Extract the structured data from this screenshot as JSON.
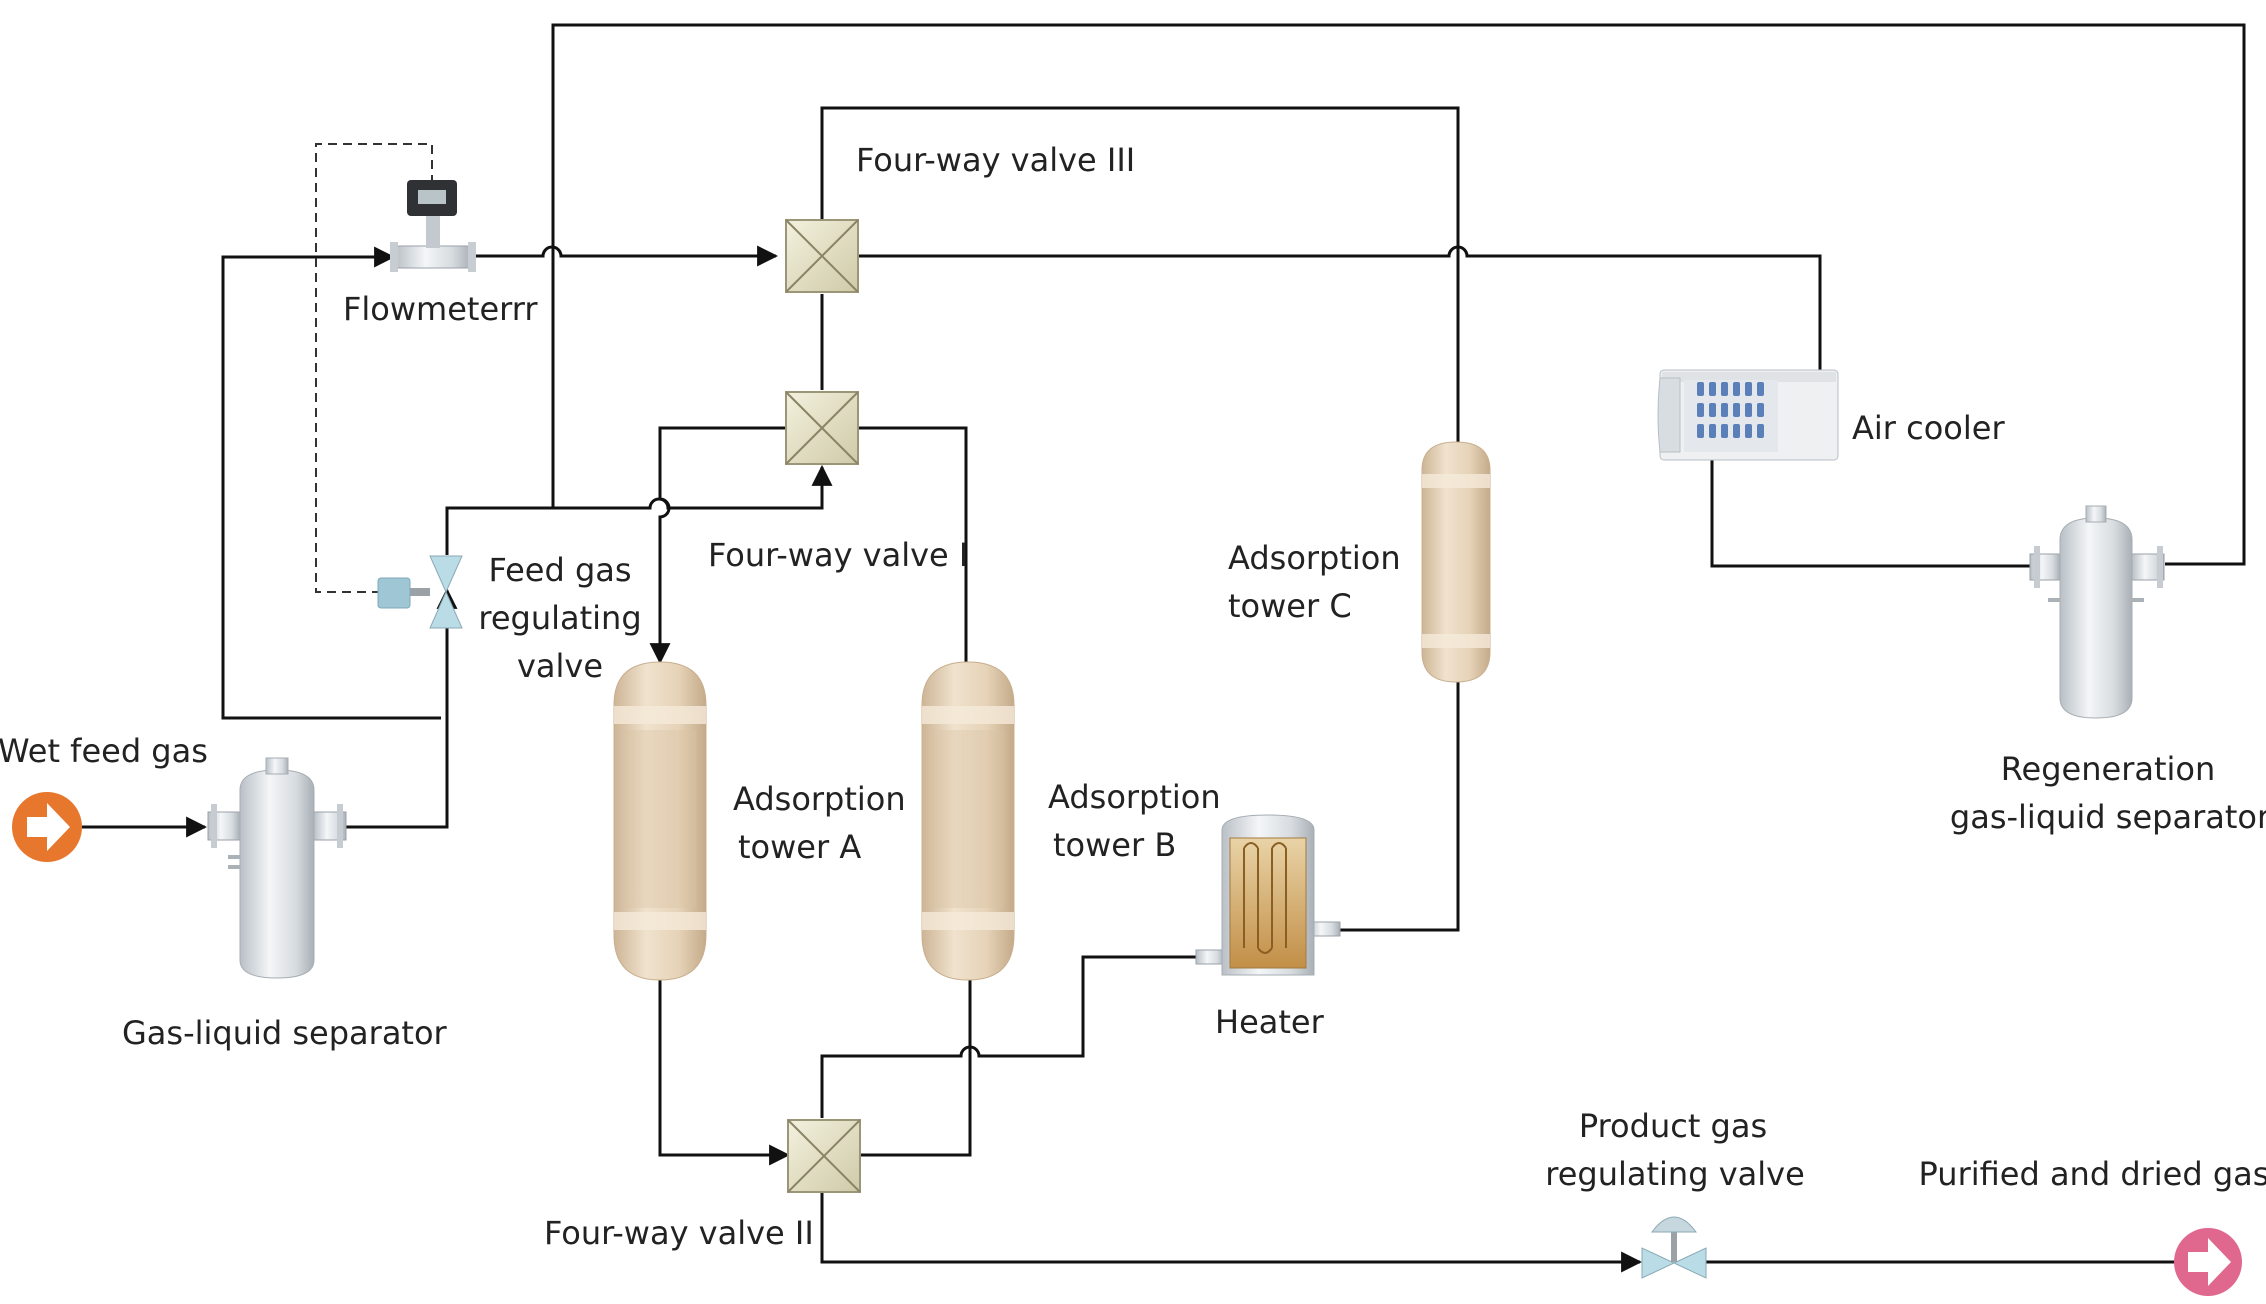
{
  "labels": {
    "wet_feed_gas": "Wet feed gas",
    "gas_liquid_separator": "Gas-liquid separator",
    "flowmeter": "Flowmeterrr",
    "feed_valve_1": "Feed gas",
    "feed_valve_2": "regulating",
    "feed_valve_3": "valve",
    "four_way_valve_1": "Four-way valve I",
    "four_way_valve_2": "Four-way valve II",
    "four_way_valve_3": "Four-way valve III",
    "tower_a_1": "Adsorption",
    "tower_a_2": "tower A",
    "tower_b_1": "Adsorption",
    "tower_b_2": "tower B",
    "tower_c_1": "Adsorption",
    "tower_c_2": "tower C",
    "heater": "Heater",
    "air_cooler": "Air cooler",
    "regen_sep_1": "Regeneration",
    "regen_sep_2": "gas-liquid separator",
    "product_valve_1": "Product gas",
    "product_valve_2": "regulating valve",
    "purified_gas": "Purified and dried gas"
  },
  "colors": {
    "inlet_port": "#e8772e",
    "outlet_port": "#e0688e",
    "tower_body": "#e7d6bd",
    "valve_body": "#e8e6cc",
    "pipe": "#111111"
  }
}
